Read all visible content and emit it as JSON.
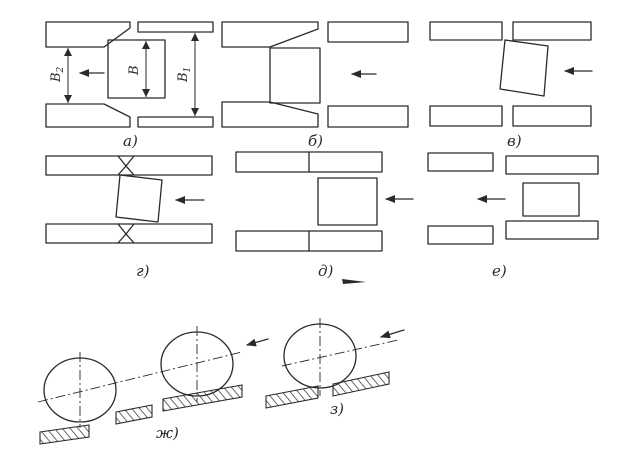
{
  "figure": {
    "panel_labels": [
      "а)",
      "б)",
      "в)",
      "г)",
      "д)",
      "е)",
      "ж)",
      "з)"
    ],
    "dimension_labels": {
      "b2": {
        "main": "B",
        "sub": "2"
      },
      "b": {
        "main": "B",
        "sub": ""
      },
      "b1": {
        "main": "B",
        "sub": "1"
      }
    }
  }
}
